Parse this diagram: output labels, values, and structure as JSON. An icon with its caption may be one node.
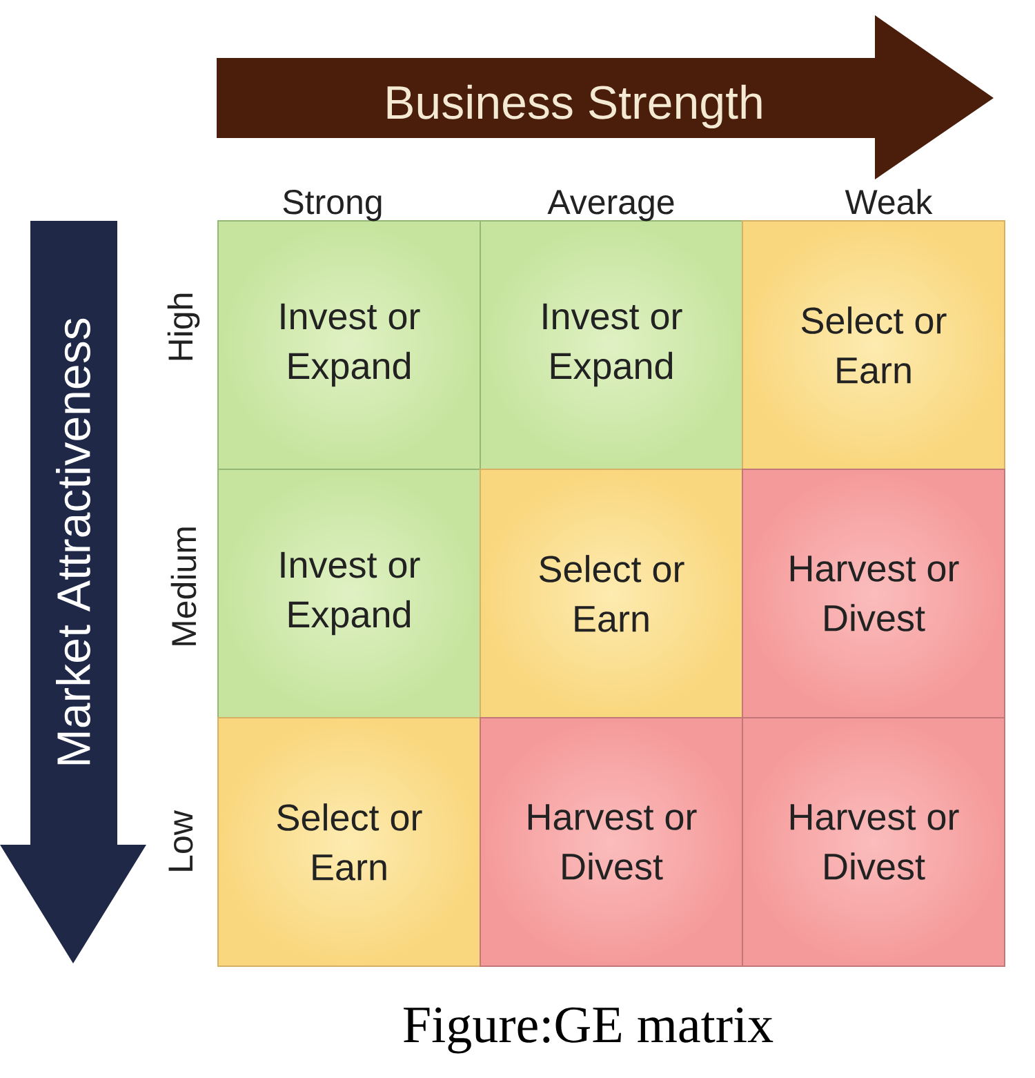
{
  "diagram": {
    "caption": "Figure:GE matrix",
    "nodes": [
      {
        "text": [
          "Business Strength"
        ]
      },
      {
        "text": [
          "Market Attractiveness"
        ]
      },
      {
        "text": [
          "Invest or Expand"
        ]
      },
      {
        "text": [
          "Invest or Expand"
        ]
      },
      {
        "text": [
          "Select or Earn"
        ]
      },
      {
        "text": [
          "Invest or Expand"
        ]
      },
      {
        "text": [
          "Select or Earn"
        ]
      },
      {
        "text": [
          "Harvest or Divest"
        ]
      },
      {
        "text": [
          "Select or Earn"
        ]
      },
      {
        "text": [
          "Harvest or Divest"
        ]
      },
      {
        "text": [
          "Harvest or Divest"
        ]
      }
    ],
    "labels": [
      "Strong",
      "Average",
      "Weak",
      "High",
      "Medium",
      "Low"
    ]
  }
}
